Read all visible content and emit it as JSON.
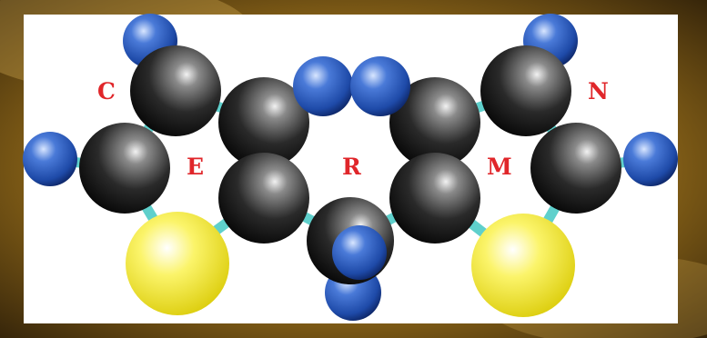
{
  "labels": {
    "c": "C",
    "e": "E",
    "r": "R",
    "m": "M",
    "n": "N"
  },
  "colors": {
    "background_gold": "#b48a2a",
    "background_dark": "#2a1c08",
    "panel": "#ffffff",
    "label_red": "#e0262a",
    "bond_teal": "#5fd0cc",
    "carbon": "#1e1e1e",
    "nitrogen_blue": "#2c5fc0",
    "sulfur_yellow": "#f2ea2a"
  }
}
